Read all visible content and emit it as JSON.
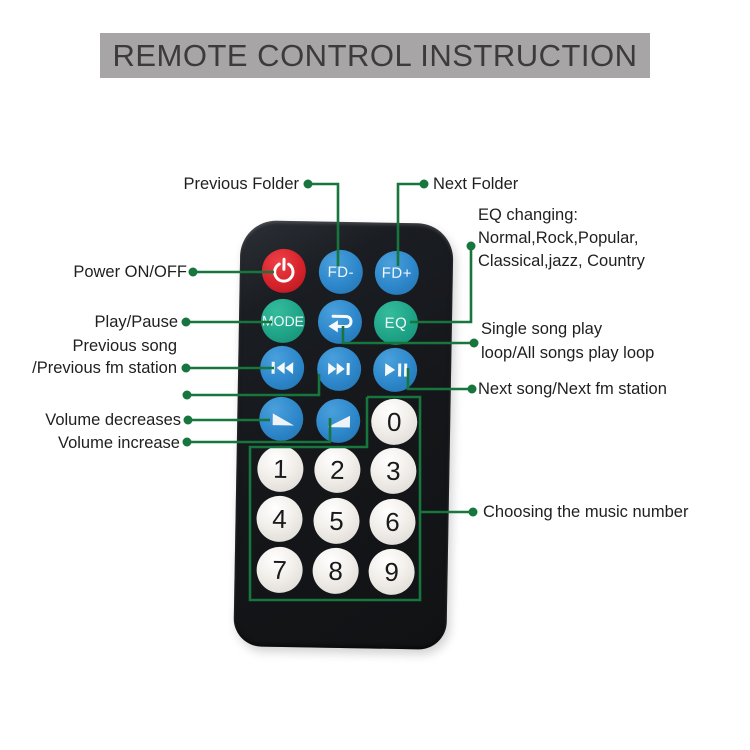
{
  "title_bar": {
    "text": "REMOTE CONTROL INSTRUCTION"
  },
  "annotations": {
    "prev_folder": "Previous Folder",
    "next_folder": "Next Folder",
    "eq_changing": {
      "line1": "EQ changing:",
      "line2": "Normal,Rock,Popular,",
      "line3": "Classical,jazz, Country"
    },
    "power": "Power ON/OFF",
    "play_pause": "Play/Pause",
    "prev_song": {
      "line1": "Previous song",
      "line2": "/Previous fm station"
    },
    "single_song": {
      "line1": "Single song play",
      "line2": "loop/All songs play loop"
    },
    "next_song": "Next song/Next fm station",
    "volume_decrease": "Volume decreases",
    "volume_increase": "Volume increase",
    "choosing": "Choosing the music number"
  },
  "remote": {
    "buttons": {
      "fd_minus": "FD-",
      "fd_plus": "FD+",
      "mode": "MODE",
      "eq": "EQ",
      "digits": [
        "0",
        "1",
        "2",
        "3",
        "4",
        "5",
        "6",
        "7",
        "8",
        "9"
      ]
    },
    "icons": [
      "power-icon",
      "loop-icon",
      "previous-track-icon",
      "next-track-icon",
      "play-pause-icon",
      "volume-down-icon",
      "volume-up-icon"
    ]
  },
  "colors": {
    "title_bar_bg": "#a7a5a6",
    "title_text": "#3b3b3b",
    "annotation_line": "#17753e",
    "button_blue": "#2d87ca",
    "button_teal": "#1fa488",
    "button_red": "#d6232b",
    "button_white": "#ece9e4",
    "remote_body": "#17191d"
  }
}
